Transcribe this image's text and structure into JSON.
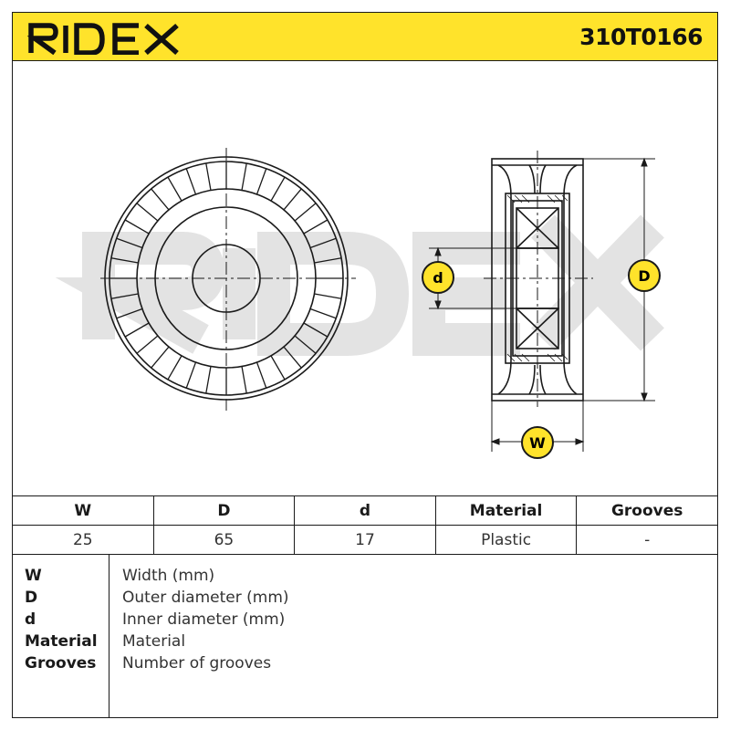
{
  "header": {
    "brand": "RIDEX",
    "part_number": "310T0166"
  },
  "colors": {
    "accent": "#ffe32b",
    "line": "#1a1a1a",
    "watermark": "#e6e6e6"
  },
  "drawing": {
    "watermark": "RIDEX",
    "labels": {
      "d": "d",
      "D": "D",
      "W": "W"
    }
  },
  "spec_table": {
    "headers": [
      "W",
      "D",
      "d",
      "Material",
      "Grooves"
    ],
    "values": [
      "25",
      "65",
      "17",
      "Plastic",
      "-"
    ]
  },
  "legend": {
    "items": [
      {
        "key": "W",
        "description": "Width (mm)"
      },
      {
        "key": "D",
        "description": "Outer diameter (mm)"
      },
      {
        "key": "d",
        "description": "Inner diameter (mm)"
      },
      {
        "key": "Material",
        "description": "Material"
      },
      {
        "key": "Grooves",
        "description": "Number of grooves"
      }
    ]
  }
}
